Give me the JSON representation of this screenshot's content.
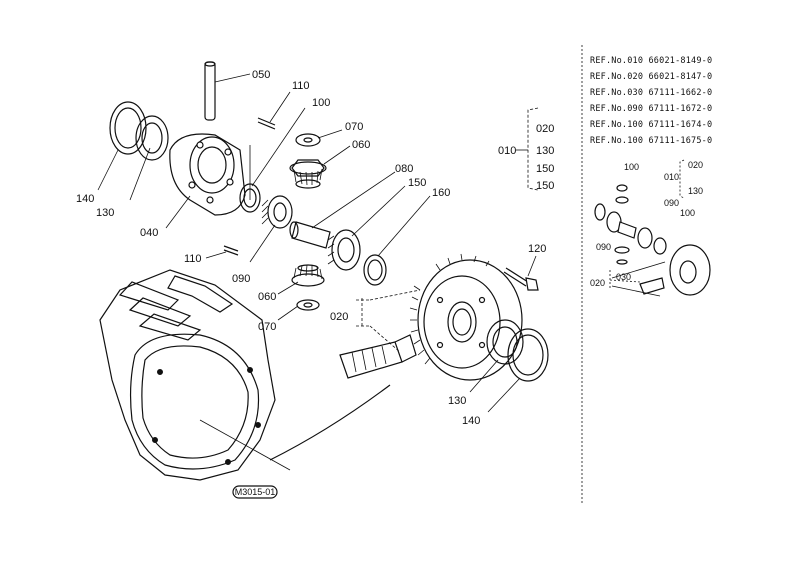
{
  "callouts": {
    "c050": "050",
    "c110a": "110",
    "c100": "100",
    "c070a": "070",
    "c060a": "060",
    "c080": "080",
    "c150": "150",
    "c160": "160",
    "c140a": "140",
    "c130a": "130",
    "c040": "040",
    "c110b": "110",
    "c090": "090",
    "c060b": "060",
    "c070b": "070",
    "c020": "020",
    "c120": "120",
    "c130b": "130",
    "c140b": "140"
  },
  "group_main": {
    "label": "010",
    "members": [
      "020",
      "130",
      "150",
      "150"
    ]
  },
  "ref_numbers": [
    "REF.No.010  66021-8149-0",
    "REF.No.020  66021-8147-0",
    "REF.No.030  67111-1662-0",
    "REF.No.090  67111-1672-0",
    "REF.No.100  67111-1674-0",
    "REF.No.100  67111-1675-0"
  ],
  "inset": {
    "group_label": "010",
    "group_members": [
      "020",
      "130"
    ],
    "c100a": "100",
    "c090a": "090",
    "c100b": "100",
    "c090b": "090",
    "c030": "030",
    "c020": "020"
  },
  "drawing_code": "M3015-01"
}
